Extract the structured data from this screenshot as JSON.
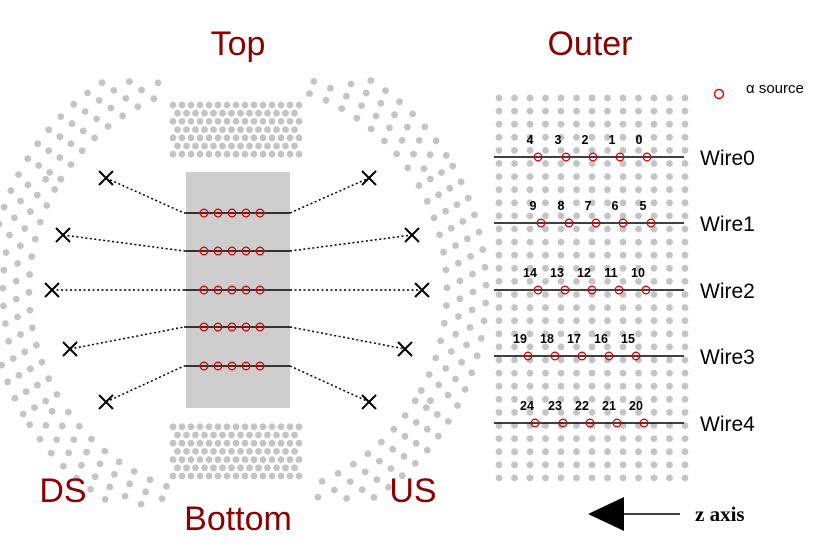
{
  "labels": {
    "top": "Top",
    "bottom": "Bottom",
    "ds": "DS",
    "us": "US",
    "outer": "Outer"
  },
  "legend": {
    "text": "α source"
  },
  "axis": {
    "label": "z axis"
  },
  "wires": [
    {
      "label": "Wire0",
      "numbers": [
        "4",
        "3",
        "2",
        "1",
        "0"
      ]
    },
    {
      "label": "Wire1",
      "numbers": [
        "9",
        "8",
        "7",
        "6",
        "5"
      ]
    },
    {
      "label": "Wire2",
      "numbers": [
        "14",
        "13",
        "12",
        "11",
        "10"
      ]
    },
    {
      "label": "Wire3",
      "numbers": [
        "19",
        "18",
        "17",
        "16",
        "15"
      ]
    },
    {
      "label": "Wire4",
      "numbers": [
        "24",
        "23",
        "22",
        "21",
        "20"
      ]
    }
  ],
  "colors": {
    "label_red": "#8B0000",
    "source_red": "#E00000",
    "dot_gray": "#C4C4C4",
    "panel_gray": "#CDCDCD",
    "line_black": "#000000"
  }
}
